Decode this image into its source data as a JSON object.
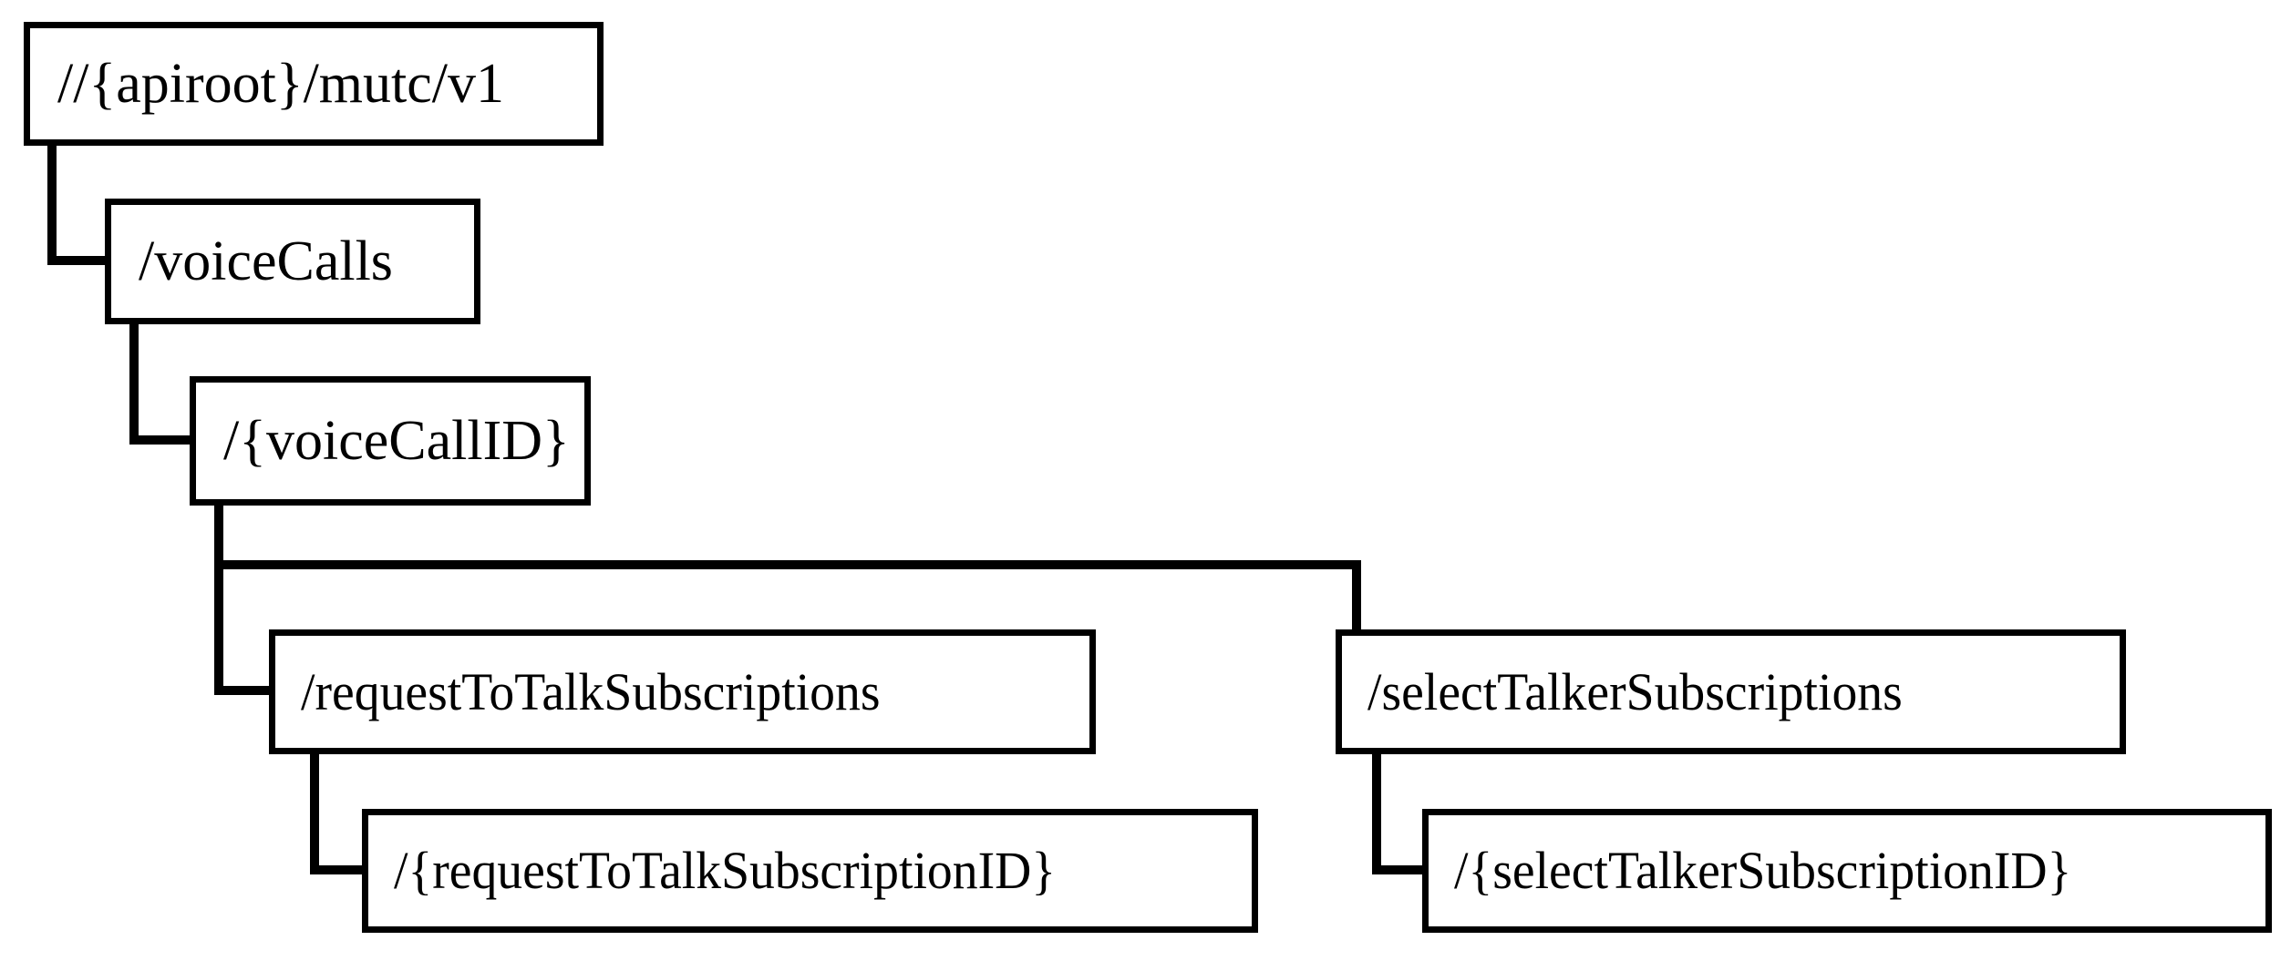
{
  "diagram": {
    "type": "tree",
    "orientation": "indented-hierarchy",
    "title": "",
    "style": {
      "background_color": "#ffffff",
      "box_fill_color": "#ffffff",
      "box_border_color": "#000000",
      "connector_color": "#000000",
      "text_color": "#000000"
    },
    "nodes": [
      {
        "id": "root",
        "label": "//{apiroot}/mutc/v1",
        "level": 0,
        "parent": null
      },
      {
        "id": "voiceCalls",
        "label": "/voiceCalls",
        "level": 1,
        "parent": "root"
      },
      {
        "id": "voiceCallID",
        "label": "/{voiceCallID}",
        "level": 2,
        "parent": "voiceCalls"
      },
      {
        "id": "requestToTalkSubscriptions",
        "label": "/requestToTalkSubscriptions",
        "level": 3,
        "parent": "voiceCallID"
      },
      {
        "id": "requestToTalkSubscriptionID",
        "label": "/{requestToTalkSubscriptionID}",
        "level": 4,
        "parent": "requestToTalkSubscriptions"
      },
      {
        "id": "selectTalkerSubscriptions",
        "label": "/selectTalkerSubscriptions",
        "level": 3,
        "parent": "voiceCallID"
      },
      {
        "id": "selectTalkerSubscriptionID",
        "label": "/{selectTalkerSubscriptionID}",
        "level": 4,
        "parent": "selectTalkerSubscriptions"
      }
    ],
    "edges": [
      {
        "from": "root",
        "to": "voiceCalls"
      },
      {
        "from": "voiceCalls",
        "to": "voiceCallID"
      },
      {
        "from": "voiceCallID",
        "to": "requestToTalkSubscriptions"
      },
      {
        "from": "voiceCallID",
        "to": "selectTalkerSubscriptions"
      },
      {
        "from": "requestToTalkSubscriptions",
        "to": "requestToTalkSubscriptionID"
      },
      {
        "from": "selectTalkerSubscriptions",
        "to": "selectTalkerSubscriptionID"
      }
    ]
  }
}
